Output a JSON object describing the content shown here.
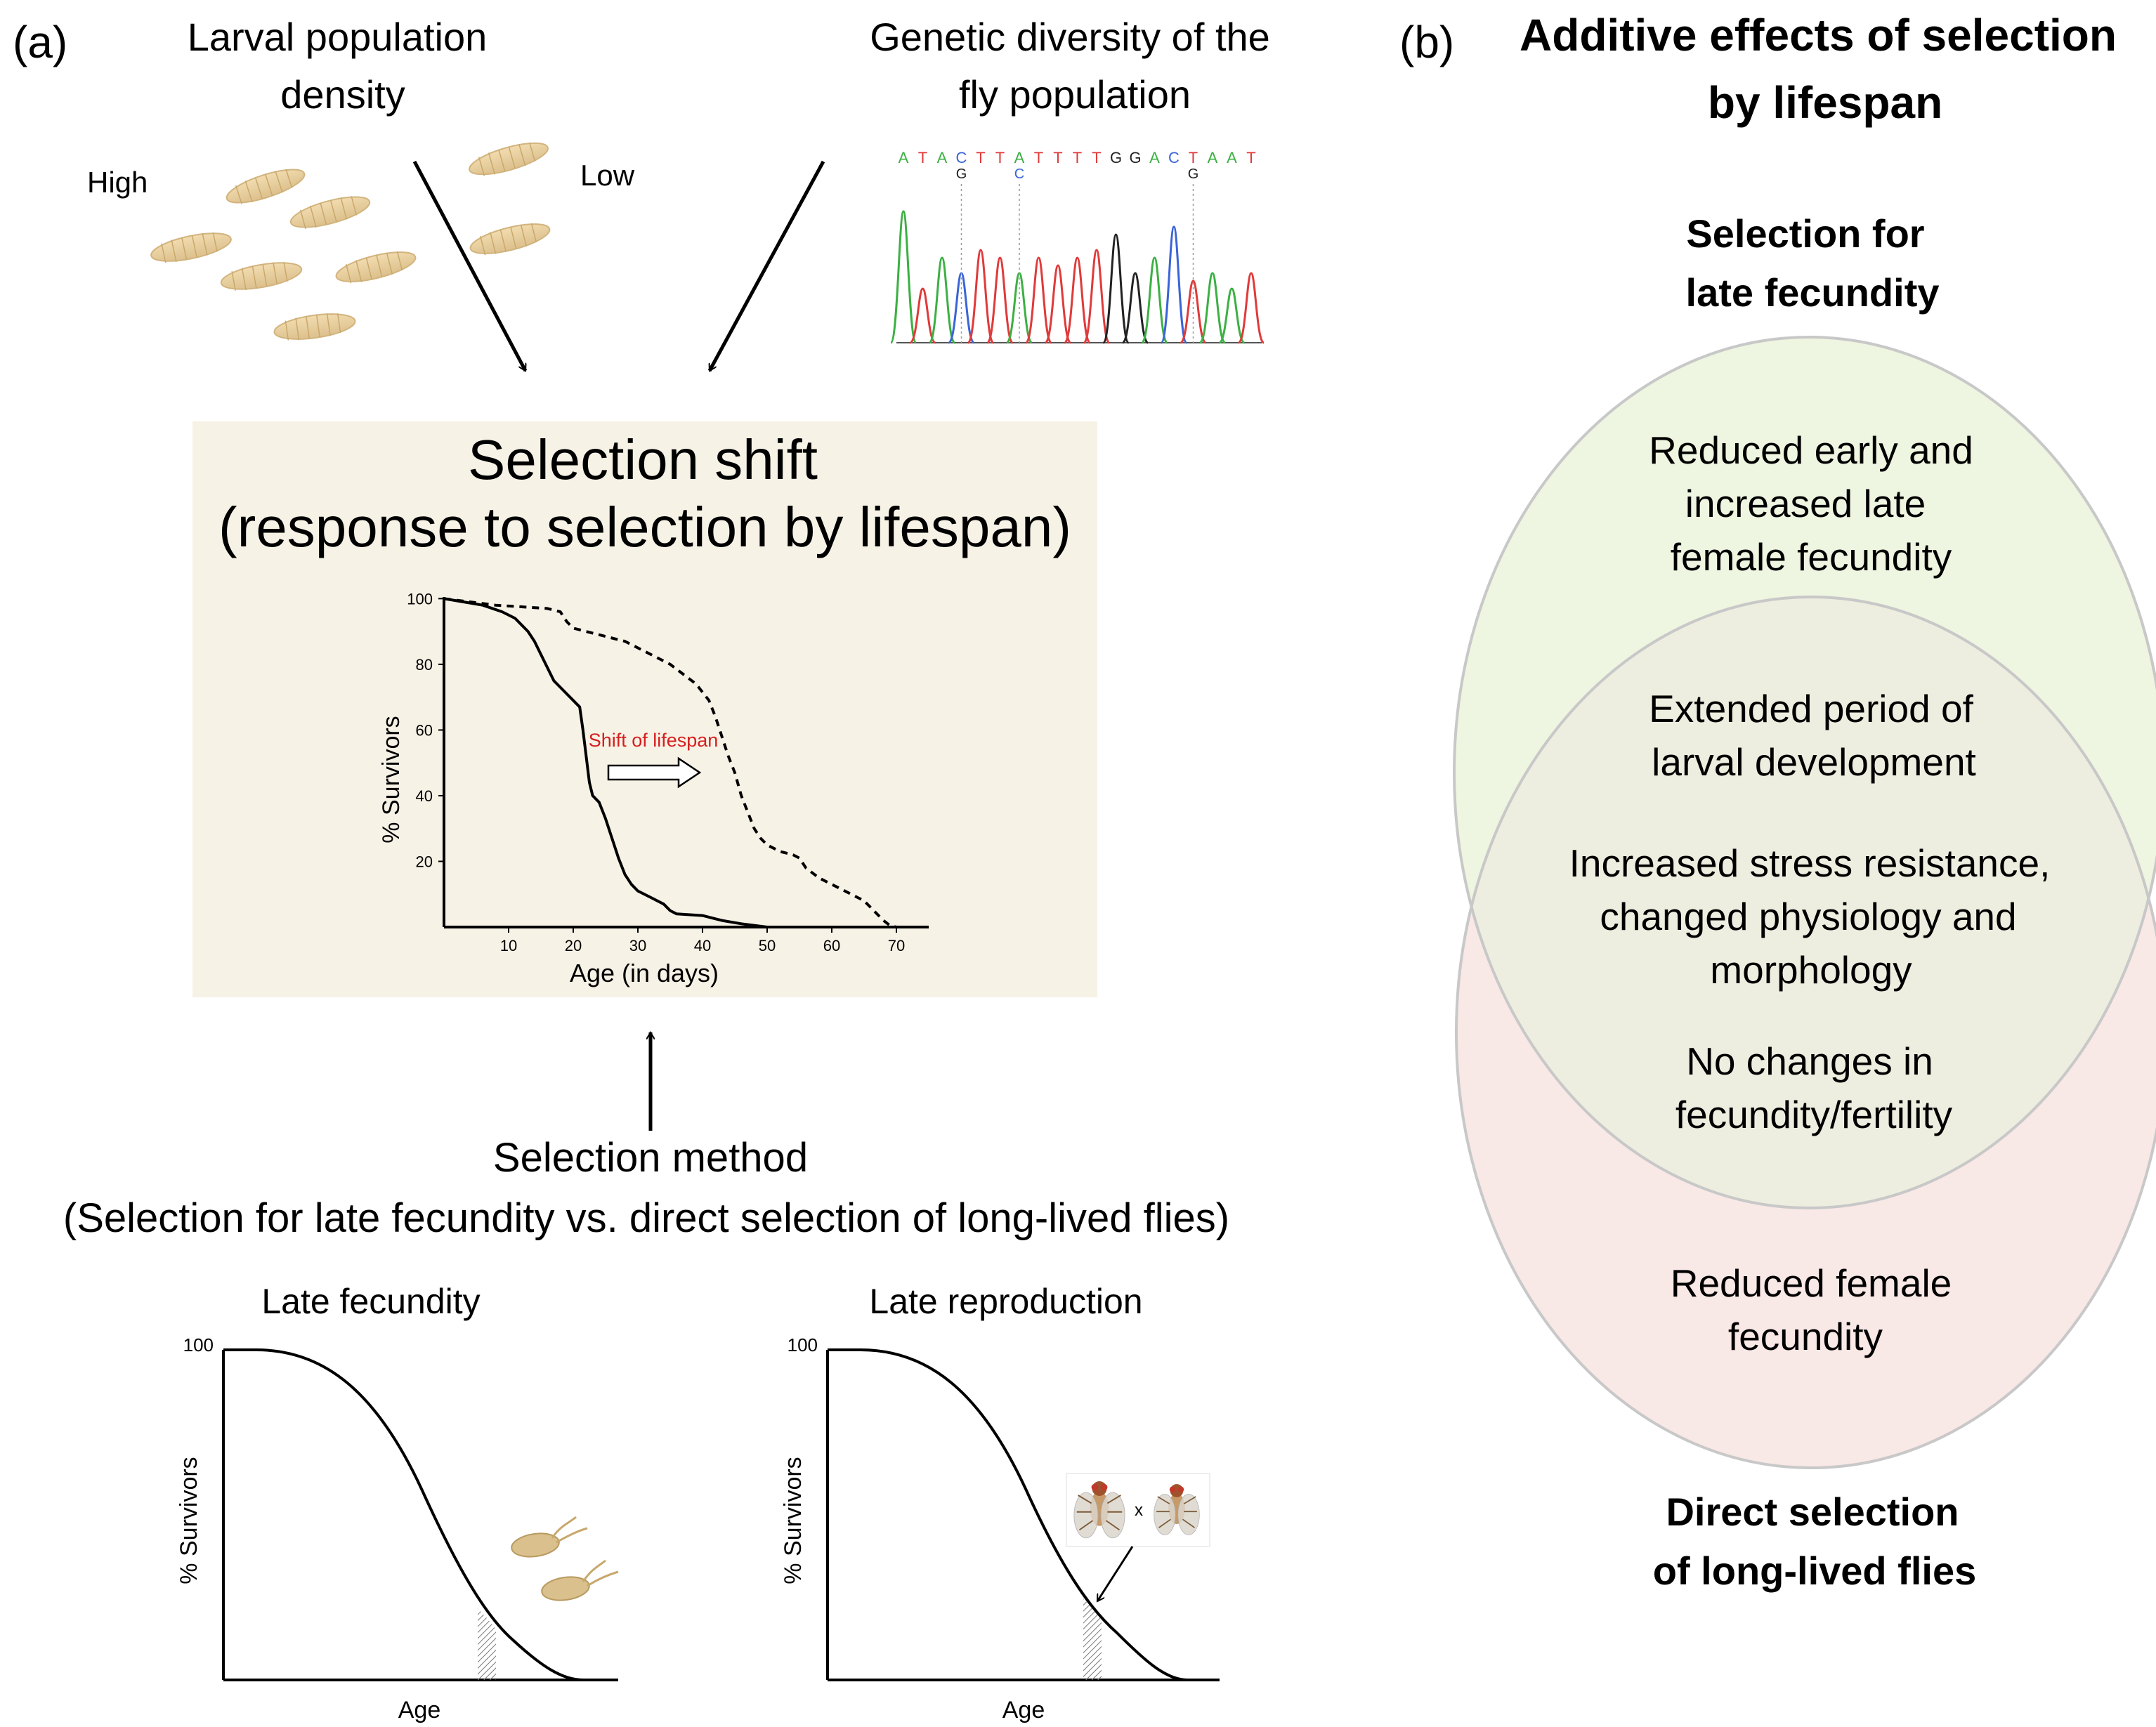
{
  "panel_a": {
    "label": "(a)",
    "larval": {
      "title_line1": "Larval population",
      "title_line2": "density",
      "high": "High",
      "low": "Low"
    },
    "genetic": {
      "title_line1": "Genetic diversity of the",
      "title_line2": "fly population",
      "sequence_top": [
        "A",
        "T",
        "A",
        "C",
        "T",
        "T",
        "A",
        "T",
        "T",
        "T",
        "T",
        "G",
        "G",
        "A",
        "C",
        "T",
        "A",
        "A",
        "T"
      ],
      "sequence_bottom": [
        "G",
        "C",
        "G"
      ],
      "colors": {
        "A": "#3cb043",
        "T": "#e03a3a",
        "C": "#3a64d8",
        "G": "#222222"
      }
    },
    "selection_shift": {
      "title_line1": "Selection shift",
      "title_line2": "(response to selection by lifespan)",
      "background": "#f7f2e6",
      "annotation": "Shift of lifespan",
      "annotation_color": "#d42020"
    },
    "method": {
      "title": "Selection method",
      "subtitle": "(Selection for late fecundity vs. direct selection of long-lived flies)"
    },
    "mini_charts": [
      {
        "title": "Late fecundity",
        "ylabel": "% Survivors",
        "xlabel": "Age",
        "ytick": "100"
      },
      {
        "title": "Late reproduction",
        "ylabel": "% Survivors",
        "xlabel": "Age",
        "ytick": "100",
        "cross_symbol": "x"
      }
    ]
  },
  "panel_b": {
    "label": "(b)",
    "title_line1": "Additive effects of selection",
    "title_line2": "by lifespan",
    "top_set_label_line1": "Selection for",
    "top_set_label_line2": "late fecundity",
    "top_only": [
      "Reduced early and",
      "increased late",
      "female fecundity"
    ],
    "shared_1": [
      "Extended period of",
      "larval development"
    ],
    "shared_2": [
      "Increased stress resistance,",
      "changed physiology and",
      "morphology"
    ],
    "shared_3": [
      "No changes in",
      "fecundity/fertility"
    ],
    "bottom_only": [
      "Reduced female",
      "fecundity"
    ],
    "bottom_set_label_line1": "Direct selection",
    "bottom_set_label_line2": "of long-lived flies",
    "colors": {
      "top_fill": "#eef5e0",
      "bottom_fill": "#f8e8e6",
      "overlap_fill": "#eeeee0",
      "stroke": "#c8c8c8"
    }
  },
  "chart_data": {
    "type": "line",
    "xlabel": "Age (in days)",
    "ylabel": "% Survivors",
    "xlim": [
      0,
      75
    ],
    "ylim": [
      0,
      100
    ],
    "xticks": [
      10,
      20,
      30,
      40,
      50,
      60,
      70
    ],
    "yticks": [
      20,
      40,
      60,
      80,
      100
    ],
    "series": [
      {
        "style": "solid",
        "points": [
          [
            0,
            100
          ],
          [
            3,
            99
          ],
          [
            6,
            98
          ],
          [
            9,
            96
          ],
          [
            11,
            94
          ],
          [
            13,
            90
          ],
          [
            14,
            87
          ],
          [
            15,
            83
          ],
          [
            16,
            79
          ],
          [
            17,
            75
          ],
          [
            18,
            73
          ],
          [
            19,
            71
          ],
          [
            20,
            69
          ],
          [
            21,
            67
          ],
          [
            21.5,
            60
          ],
          [
            22,
            52
          ],
          [
            22.5,
            44
          ],
          [
            23,
            40
          ],
          [
            24,
            38
          ],
          [
            25,
            33
          ],
          [
            26,
            27
          ],
          [
            27,
            21
          ],
          [
            28,
            16
          ],
          [
            29,
            13
          ],
          [
            30,
            11
          ],
          [
            32,
            9
          ],
          [
            34,
            7
          ],
          [
            35,
            5
          ],
          [
            36,
            4
          ],
          [
            40,
            3.5
          ],
          [
            43,
            2
          ],
          [
            46,
            1
          ],
          [
            50,
            0
          ]
        ]
      },
      {
        "style": "dashed",
        "points": [
          [
            0,
            100
          ],
          [
            4,
            99
          ],
          [
            8,
            98
          ],
          [
            12,
            97.5
          ],
          [
            16,
            97
          ],
          [
            18,
            96
          ],
          [
            19,
            93
          ],
          [
            20,
            91
          ],
          [
            24,
            89
          ],
          [
            26,
            88
          ],
          [
            28,
            87
          ],
          [
            30,
            85
          ],
          [
            33,
            82
          ],
          [
            35,
            80
          ],
          [
            37,
            77
          ],
          [
            39,
            74
          ],
          [
            41,
            69
          ],
          [
            42,
            64
          ],
          [
            43,
            58
          ],
          [
            44,
            52
          ],
          [
            45,
            47
          ],
          [
            46,
            40
          ],
          [
            47,
            35
          ],
          [
            48,
            30
          ],
          [
            49,
            27
          ],
          [
            50,
            25
          ],
          [
            52,
            23
          ],
          [
            54,
            22
          ],
          [
            55,
            21
          ],
          [
            56,
            18
          ],
          [
            58,
            15
          ],
          [
            60,
            13
          ],
          [
            63,
            10
          ],
          [
            65,
            8
          ],
          [
            66,
            6
          ],
          [
            67,
            4
          ],
          [
            68,
            2
          ],
          [
            69,
            0.5
          ],
          [
            70,
            0
          ]
        ]
      }
    ]
  }
}
